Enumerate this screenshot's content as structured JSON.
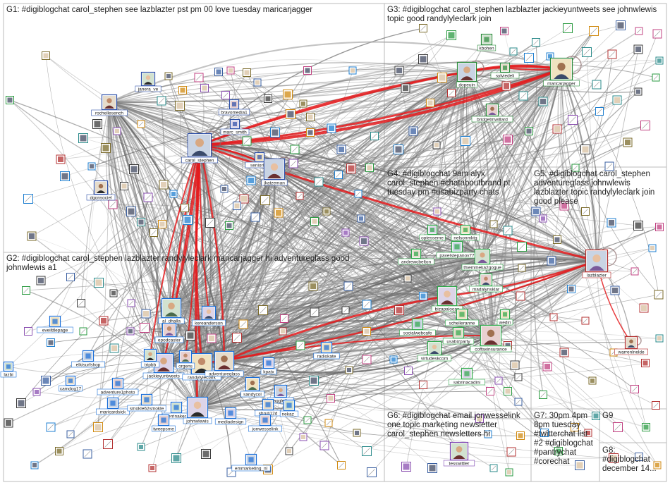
{
  "groups": [
    {
      "id": "G1",
      "title": "G1: #digiblogchat carol_stephen see lazblazter pst pm 00 love tuesday maricarjagger",
      "color": "#2c4fa8"
    },
    {
      "id": "G2",
      "title": "G2: #digiblogchat carol_stephen lazblazter randylyleclark maricarjagger hi adventureglass good johnwlewis a1",
      "color": "#1a6ed8"
    },
    {
      "id": "G3",
      "title": "G3: #digiblogchat carol_stephen lazblazter jackieyuntweets see johnwlewis topic good randylyleclark join",
      "color": "#2a8a3a"
    },
    {
      "id": "G4",
      "title": "G4: #digiblogchat 9am alyx carol_stephen #chataboutbrand pt tuesday pm #usabizparty chats",
      "color": "#2ea84a"
    },
    {
      "id": "G5",
      "title": "G5: #digiblogchat carol_stephen adventureglass johnwlewis lazblazter topic randylyleclark join good please",
      "color": "#b22a2a"
    },
    {
      "id": "G6",
      "title": "G6: #digiblogchat email jonwesselink one topic marketing newsletter carol_stephen newsletters hi",
      "color": "#7a3fb0"
    },
    {
      "id": "G7",
      "title": "G7: 30pm 4pm 8pm tuesday #twitterchat list #2 #digiblogchat #pantrychat #corechat",
      "color": "#d08a10"
    },
    {
      "id": "G8",
      "title": "G8: #digiblogchat december 14...",
      "color": "#555555"
    },
    {
      "id": "G9",
      "title": "G9",
      "color": "#8a2a8a"
    }
  ],
  "vertices": [
    {
      "id": "carol_stephen",
      "label": "carol_stephen",
      "group": "G1"
    },
    {
      "id": "rochellesench",
      "label": "rochellesench",
      "group": "G1"
    },
    {
      "id": "janera_ve",
      "label": "janera_ve",
      "group": "G1"
    },
    {
      "id": "bravomedia1",
      "label": "bravomedia1",
      "group": "G1"
    },
    {
      "id": "marc_smith",
      "label": "marc_smith",
      "group": "G1"
    },
    {
      "id": "seniorlifes",
      "label": "seniorlife",
      "group": "G1"
    },
    {
      "id": "jkatzeman",
      "label": "jkatzeman",
      "group": "G1"
    },
    {
      "id": "dgonsociel",
      "label": "dgonsociel",
      "group": "G1"
    },
    {
      "id": "al_dhalla",
      "label": "al_dhalla",
      "group": "G2"
    },
    {
      "id": "epodcaster",
      "label": "epodcaster",
      "group": "G2"
    },
    {
      "id": "kereanderson",
      "label": "kereanderson",
      "group": "G2"
    },
    {
      "id": "eveilttlepage",
      "label": "eveilttlepage",
      "group": "G2"
    },
    {
      "id": "elkisurfshop",
      "label": "elkisurfshop",
      "group": "G2"
    },
    {
      "id": "camdog17",
      "label": "camdog17",
      "group": "G2"
    },
    {
      "id": "lazbi",
      "label": "lazbi",
      "group": "G2"
    },
    {
      "id": "adventure1photo",
      "label": "adventure1photo",
      "group": "G2"
    },
    {
      "id": "jackieyuntweets",
      "label": "jackieyuntweets",
      "group": "G2"
    },
    {
      "id": "randylyleclark",
      "label": "randylyleclark",
      "group": "G2"
    },
    {
      "id": "maricardsick",
      "label": "maricardsick",
      "group": "G2"
    },
    {
      "id": "smokle62smokle",
      "label": "smokle62smokle",
      "group": "G2"
    },
    {
      "id": "ferrinaker",
      "label": "ferrinaker",
      "group": "G2"
    },
    {
      "id": "tweepsme",
      "label": "tweepsme",
      "group": "G2"
    },
    {
      "id": "johnwlewis",
      "label": "johnwlewis",
      "group": "G2"
    },
    {
      "id": "sandycol",
      "label": "sandycol",
      "group": "G2"
    },
    {
      "id": "haggleths",
      "label": "haggleths",
      "group": "G2"
    },
    {
      "id": "shruti12d",
      "label": "shruti12d",
      "group": "G2"
    },
    {
      "id": "nekaz",
      "label": "nekaz_",
      "group": "G2"
    },
    {
      "id": "jonwesselink",
      "label": "jonwesselink",
      "group": "G2"
    },
    {
      "id": "mediadesign",
      "label": "mediadesign",
      "group": "G2"
    },
    {
      "id": "radiokate",
      "label": "radiokate",
      "group": "G2"
    },
    {
      "id": "emmarketing_nl",
      "label": "emmarketing_nl",
      "group": "G2"
    },
    {
      "id": "adventureglass",
      "label": "adventureglass",
      "group": "G2"
    },
    {
      "id": "tripbb",
      "label": "tripbb",
      "group": "G2"
    },
    {
      "id": "tcorgens",
      "label": "orgens",
      "group": "G2"
    },
    {
      "id": "kpatx",
      "label": "kpatx",
      "group": "G2"
    },
    {
      "id": "maricarjagger",
      "label": "maricarjagger",
      "group": "G3"
    },
    {
      "id": "dopeuin",
      "label": "dopeuin",
      "group": "G3"
    },
    {
      "id": "sylviedeli",
      "label": "sylviedeli",
      "group": "G3"
    },
    {
      "id": "kbohen",
      "label": "kbohen",
      "group": "G3"
    },
    {
      "id": "bridgetmwillard",
      "label": "bridgetmwillard",
      "group": "G3"
    },
    {
      "id": "optesseme",
      "label": "optesseme",
      "group": "G4"
    },
    {
      "id": "nelsonmktg",
      "label": "nelsonmktg",
      "group": "G4"
    },
    {
      "id": "pavelstepanov77",
      "label": "pavelstepanov77",
      "group": "G4"
    },
    {
      "id": "andrewcbelton",
      "label": "andrewcbelton",
      "group": "G4"
    },
    {
      "id": "thiemmeka2gogue",
      "label": "thiemmeka2gogue",
      "group": "G4"
    },
    {
      "id": "madalynsklar",
      "label": "madalynsklar",
      "group": "G4"
    },
    {
      "id": "bizapalooza",
      "label": "bizapalooza",
      "group": "G4"
    },
    {
      "id": "schelleranne",
      "label": "schelleranne",
      "group": "G4"
    },
    {
      "id": "socialwebcafe",
      "label": "socialwebcafe",
      "group": "G4"
    },
    {
      "id": "usabizparty",
      "label": "usabizparty",
      "group": "G4"
    },
    {
      "id": "virtudeskcom",
      "label": "virtudeskcom",
      "group": "G4"
    },
    {
      "id": "coffaxinsurance",
      "label": "coffaxinsurance",
      "group": "G4"
    },
    {
      "id": "sabrinacadini",
      "label": "sabrinacadini",
      "group": "G4"
    },
    {
      "id": "wedin",
      "label": "wedin",
      "group": "G4"
    },
    {
      "id": "lazblazter",
      "label": "lazblazter",
      "group": "G5"
    },
    {
      "id": "warrenlnelde",
      "label": "warrenlnelde",
      "group": "G5"
    },
    {
      "id": "tesswittler",
      "label": "tesswittler",
      "group": "G6"
    }
  ]
}
